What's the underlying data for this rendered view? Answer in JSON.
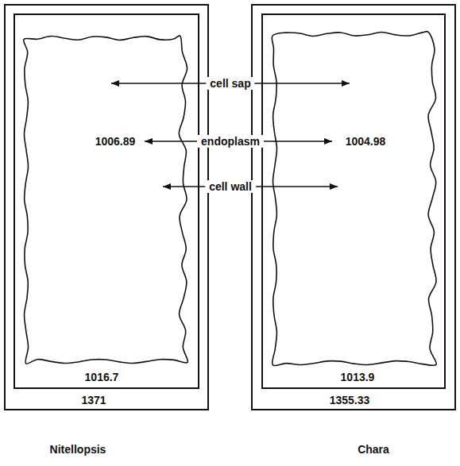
{
  "diagram": {
    "nodes": [
      {
        "text": [
          "1371",
          "Nitellopsis"
        ]
      },
      {
        "text": [
          "1016.7"
        ],
        "in": 0
      },
      {
        "text": [
          "1006.89"
        ],
        "in": 1
      },
      {
        "text": [
          "1355.33",
          "Chara"
        ]
      },
      {
        "text": [
          "1013.9"
        ],
        "in": 3
      },
      {
        "text": [
          "1004.98"
        ],
        "in": 4
      }
    ],
    "labels": [
      "cell sap",
      "endoplasm",
      "cell wall"
    ]
  }
}
